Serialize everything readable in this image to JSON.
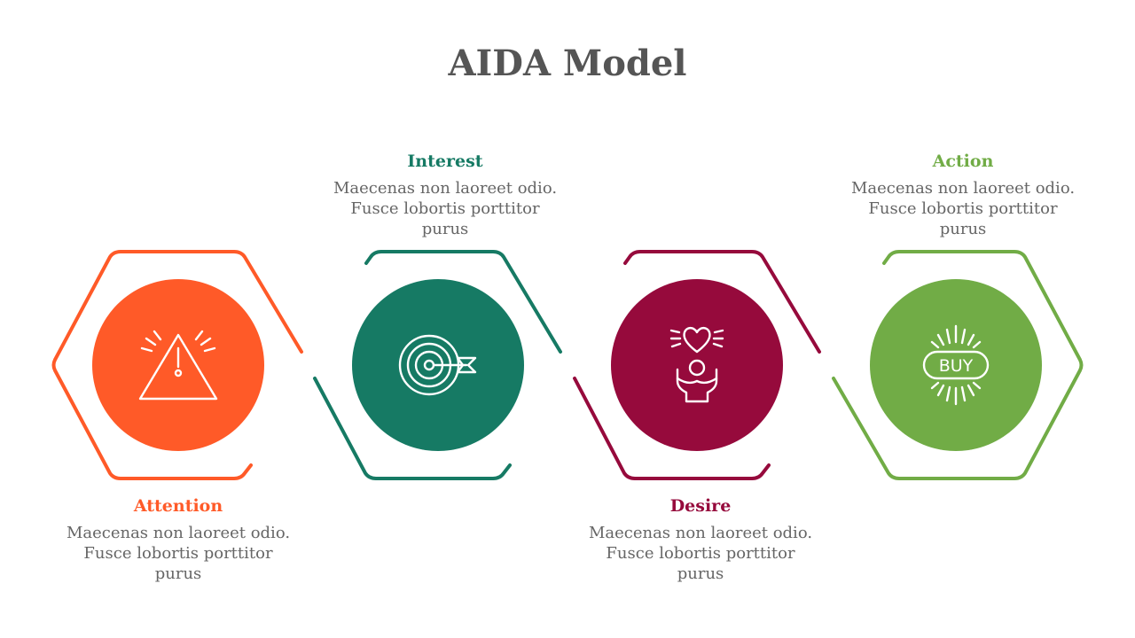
{
  "title": "AIDA Model",
  "steps": [
    {
      "label": "Attention",
      "description": "Maecenas non laoreet odio. Fusce lobortis porttitor purus",
      "color": "#FF5A28",
      "icon": "warning-icon"
    },
    {
      "label": "Interest",
      "description": "Maecenas non laoreet odio. Fusce lobortis porttitor purus",
      "color": "#167A64",
      "icon": "target-icon"
    },
    {
      "label": "Desire",
      "description": "Maecenas non laoreet odio. Fusce lobortis porttitor purus",
      "color": "#960A3C",
      "icon": "heart-hands-icon"
    },
    {
      "label": "Action",
      "description": "Maecenas non laoreet odio. Fusce lobortis porttitor purus",
      "color": "#71AC46",
      "icon": "buy-icon",
      "icon_text": "BUY"
    }
  ]
}
